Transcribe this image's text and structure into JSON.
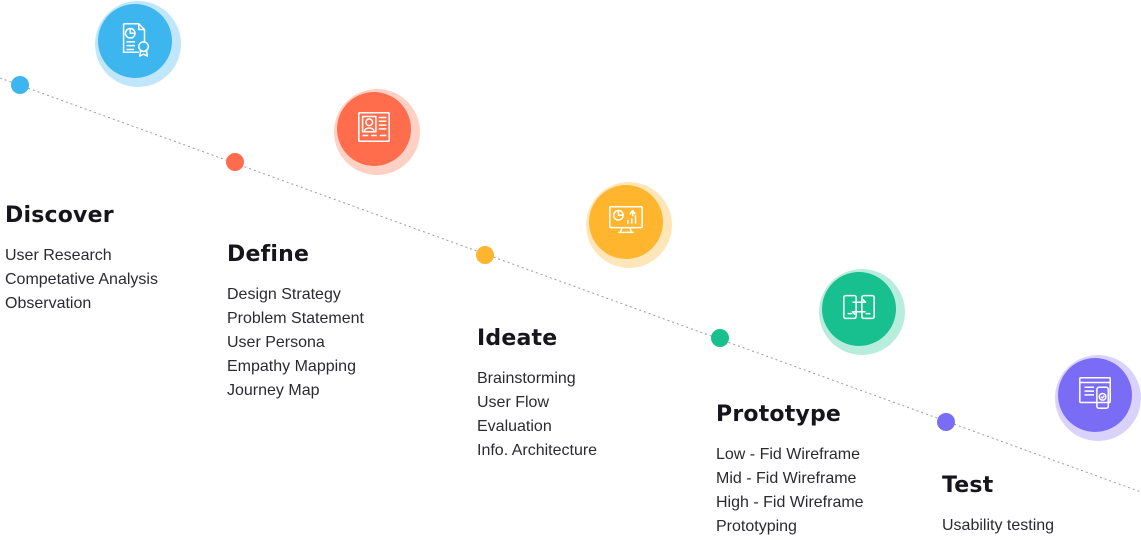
{
  "stages": [
    {
      "title": "Discover",
      "color": "#3db5ee",
      "icon": "report-award-icon",
      "items": [
        "User Research",
        "Competative Analysis",
        "Observation"
      ]
    },
    {
      "title": "Define",
      "color": "#ff6d4d",
      "icon": "user-profile-icon",
      "items": [
        "Design Strategy",
        "Problem Statement",
        "User Persona",
        "Empathy Mapping",
        "Journey Map"
      ]
    },
    {
      "title": "Ideate",
      "color": "#ffb52e",
      "icon": "analytics-monitor-icon",
      "items": [
        "Brainstorming",
        "User Flow",
        "Evaluation",
        "Info. Architecture"
      ]
    },
    {
      "title": "Prototype",
      "color": "#17c08e",
      "icon": "device-sync-icon",
      "items": [
        "Low - Fid Wireframe",
        "Mid - Fid Wireframe",
        "High - Fid Wireframe",
        "Prototyping"
      ]
    },
    {
      "title": "Test",
      "color": "#7b6cf6",
      "icon": "usability-check-icon",
      "items": [
        "Usability testing"
      ]
    }
  ]
}
